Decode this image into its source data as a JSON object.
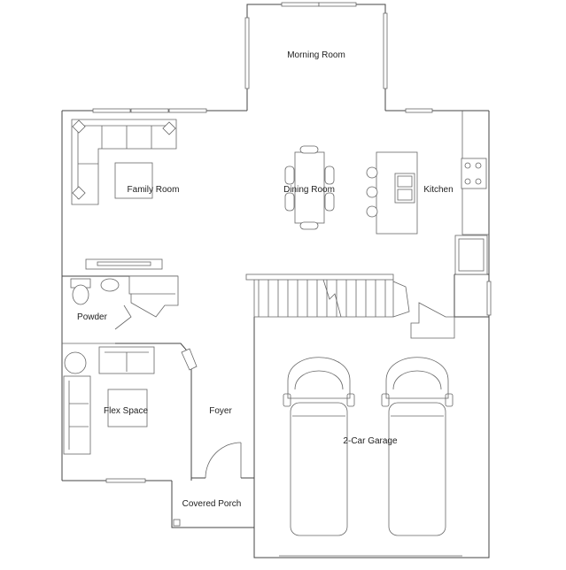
{
  "plan": {
    "rooms": {
      "morning_room": "Morning Room",
      "family_room": "Family Room",
      "dining_room": "Dining Room",
      "kitchen": "Kitchen",
      "powder": "Powder",
      "flex_space": "Flex Space",
      "foyer": "Foyer",
      "garage": "2-Car Garage",
      "covered_porch": "Covered Porch"
    }
  }
}
